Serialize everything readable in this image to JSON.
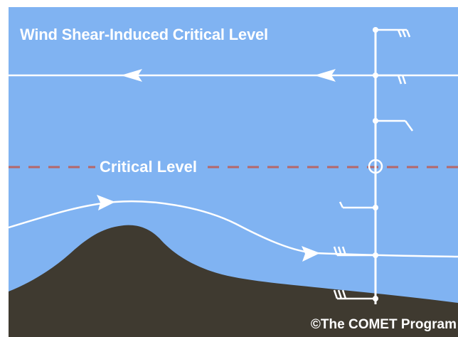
{
  "diagram": {
    "title": "Wind Shear-Induced Critical Level",
    "critical_level_label": "Critical Level",
    "credit": "©The COMET Program"
  },
  "colors": {
    "sky": "#80b3f2",
    "terrain": "#3f3a30",
    "arrows": "#ffffff",
    "critical_line": "#b5676a"
  }
}
